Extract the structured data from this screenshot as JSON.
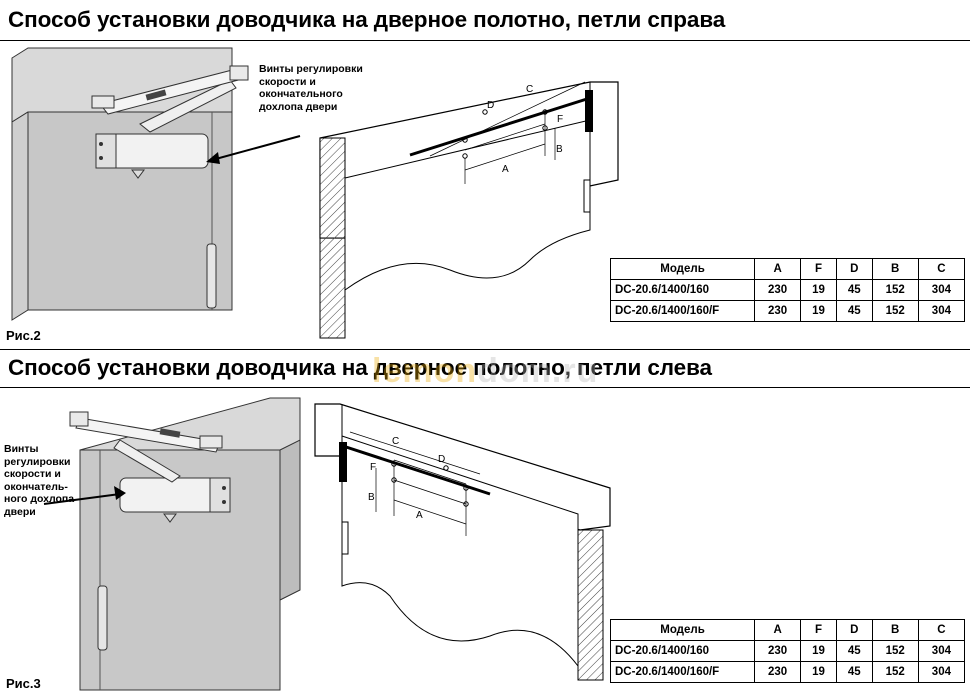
{
  "section1": {
    "title": "Способ установки доводчика на дверное полотно, петли справа",
    "figure_label": "Рис.2",
    "annotation": [
      "Винты регулировки",
      "скорости и",
      "окончательного",
      "дохлопа двери"
    ]
  },
  "section2": {
    "title": "Способ установки доводчика на дверное полотно, петли слева",
    "figure_label": "Рис.3",
    "annotation": [
      "Винты",
      "регулировки",
      "скорости и",
      "окончатель-",
      "ного дохлопа",
      "двери"
    ]
  },
  "watermark": {
    "part1": "lemon",
    "part2": "dom.ru"
  },
  "dimension_letters": {
    "a": "A",
    "b": "B",
    "c": "C",
    "d": "D",
    "f": "F"
  },
  "table": {
    "headers": [
      "Модель",
      "A",
      "F",
      "D",
      "B",
      "C"
    ],
    "rows": [
      [
        "DC-20.6/1400/160",
        "230",
        "19",
        "45",
        "152",
        "304"
      ],
      [
        "DC-20.6/1400/160/F",
        "230",
        "19",
        "45",
        "152",
        "304"
      ]
    ]
  }
}
